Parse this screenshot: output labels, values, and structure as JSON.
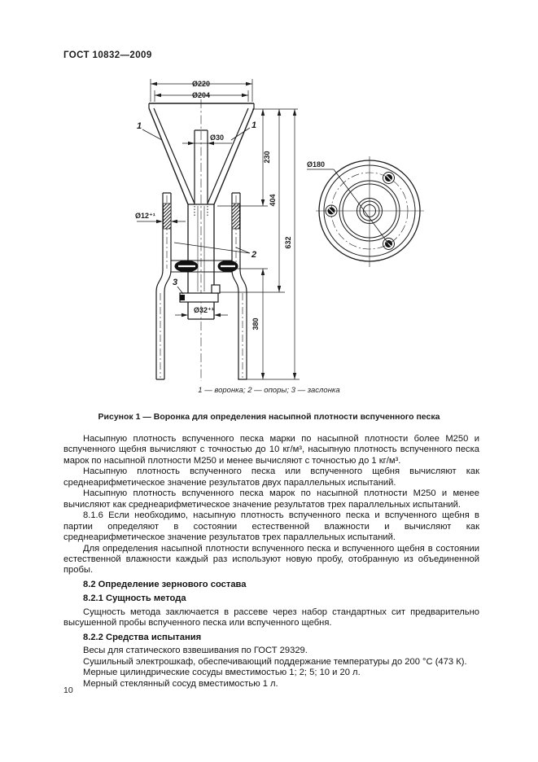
{
  "header": {
    "title": "ГОСТ 10832—2009"
  },
  "figure": {
    "dimensions": {
      "top_outer_diameter": "Ø220",
      "top_inner_diameter": "Ø204",
      "tube_diameter": "Ø30",
      "leg_hole_diameter": "Ø12⁺¹",
      "outlet_diameter": "Ø32⁺¹",
      "plate_diameter": "Ø180",
      "cone_height": "230",
      "mid_height": "404",
      "total_height": "632",
      "lower_height": "380"
    },
    "part_labels": {
      "funnel_left": "1",
      "funnel_right": "1",
      "supports": "2",
      "gate": "3"
    },
    "legend": "1 — воронка; 2 — опоры; 3 — заслонка",
    "title": "Рисунок 1 — Воронка для определения насыпной плотности вспученного песка"
  },
  "body": {
    "blocks": [
      {
        "type": "p",
        "text": "Насыпную плотность вспученного песка марки по насыпной плотности более М250 и вспученного щебня вычисляют с точностью до 10 кг/м³, насыпную плотность вспученного песка марок по насыпной плотности М250 и менее вычисляют с точностью до 1 кг/м³."
      },
      {
        "type": "p",
        "text": "Насыпную плотность вспученного песка или вспученного щебня вычисляют как среднеарифметическое значение результатов двух параллельных испытаний."
      },
      {
        "type": "p",
        "text": "Насыпную плотность вспученного песка марок по насыпной плотности М250 и менее вычисляют как среднеарифметическое значение результатов трех параллельных испытаний."
      },
      {
        "type": "p",
        "text": "8.1.6 Если необходимо, насыпную плотность вспученного песка и вспученного щебня в партии определяют в состоянии естественной влажности и вычисляют как среднеарифметическое значение результатов трех параллельных испытаний."
      },
      {
        "type": "p",
        "text": "Для определения насыпной плотности вспученного песка и вспученного щебня в состоянии естественной влажности каждый раз используют новую пробу, отобранную из объединенной пробы."
      },
      {
        "type": "h",
        "text": "8.2 Определение зернового состава"
      },
      {
        "type": "h",
        "text": "8.2.1 Сущность метода"
      },
      {
        "type": "p",
        "text": "Сущность метода заключается в рассеве через набор стандартных сит предварительно высушенной пробы вспученного песка или вспученного щебня."
      },
      {
        "type": "h",
        "text": "8.2.2 Средства испытания"
      },
      {
        "type": "p",
        "text": "Весы для статического взвешивания по ГОСТ 29329."
      },
      {
        "type": "p",
        "text": "Сушильный электрошкаф, обеспечивающий поддержание температуры до 200 °С (473 К)."
      },
      {
        "type": "p",
        "text": "Мерные цилиндрические сосуды вместимостью 1; 2; 5; 10 и 20 л."
      },
      {
        "type": "p",
        "text": "Мерный стеклянный сосуд вместимостью 1 л."
      }
    ]
  },
  "footer": {
    "page_number": "10"
  }
}
